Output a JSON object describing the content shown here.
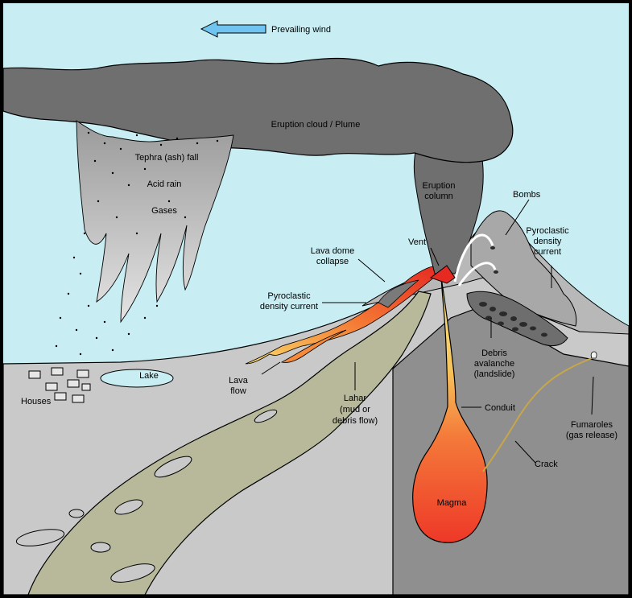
{
  "wind": {
    "label": "Prevailing wind"
  },
  "labels": {
    "plume": "Eruption cloud / Plume",
    "tephra": "Tephra (ash) fall",
    "acid_rain": "Acid rain",
    "gases": "Gases",
    "eruption_column": [
      "Eruption",
      "column"
    ],
    "bombs": "Bombs",
    "pyroclastic_right": [
      "Pyroclastic",
      "density",
      "current"
    ],
    "vent": "Vent",
    "lava_dome": [
      "Lava dome",
      "collapse"
    ],
    "pyroclastic_left": [
      "Pyroclastic",
      "density current"
    ],
    "lake": "Lake",
    "houses": "Houses",
    "lava_flow": [
      "Lava",
      "flow"
    ],
    "lahar": [
      "Lahar",
      "(mud or",
      "debris flow)"
    ],
    "debris": [
      "Debris",
      "avalanche",
      "(landslide)"
    ],
    "conduit": "Conduit",
    "fumaroles": [
      "Fumaroles",
      "(gas release)"
    ],
    "crack": "Crack",
    "magma": "Magma"
  },
  "colors": {
    "sky": "#c8eef4",
    "plume": "#6f6f6f",
    "ground": "#c9c9c9",
    "crust": "#8f8f8f",
    "lahar": "#b7b99a",
    "magma_top": "#f7e37a",
    "magma_bottom": "#ee3e2c",
    "lava": "#f46a2e"
  }
}
